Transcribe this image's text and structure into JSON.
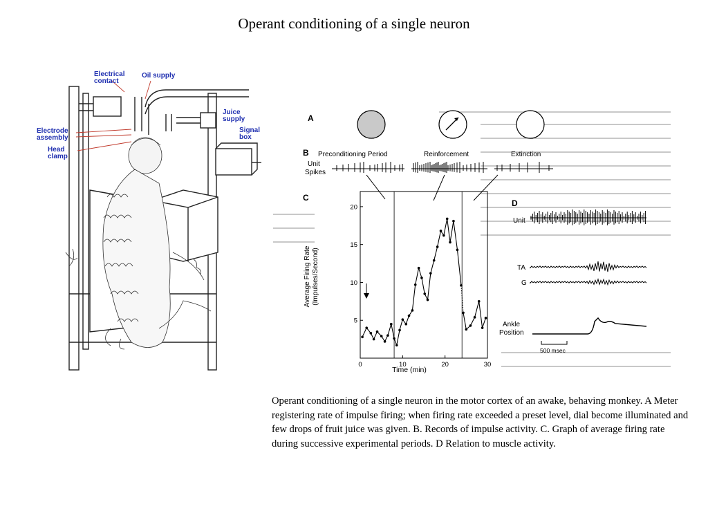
{
  "title": "Operant conditioning of a single neuron",
  "apparatus": {
    "labels": {
      "electrical_contact": "Electrical contact",
      "oil_supply": "Oil supply",
      "juice_supply": "Juice supply",
      "signal_box": "Signal box",
      "electrode_assembly": "Electrode assembly",
      "head_clamp": "Head clamp"
    }
  },
  "figure": {
    "panel_a": {
      "letter": "A"
    },
    "panel_b": {
      "letter": "B",
      "row_label_1": "Unit",
      "row_label_2": "Spikes",
      "periods": [
        "Preconditioning Period",
        "Reinforcement",
        "Extinction"
      ]
    },
    "panel_d": {
      "letter": "D",
      "unit_label": "Unit",
      "ta_label": "TA",
      "g_label": "G",
      "ankle_label_1": "Ankle",
      "ankle_label_2": "Position",
      "scale_label": "500 msec"
    }
  },
  "chart_data": {
    "type": "line",
    "panel": "C",
    "xlabel": "Time (min)",
    "ylabel": "Average Firing Rate (Impulses/Second)",
    "ylabel_line1": "Average Firing Rate",
    "ylabel_line2": "(Impulses/Second)",
    "xlim": [
      0,
      30
    ],
    "ylim": [
      0,
      22
    ],
    "xticks": [
      0,
      10,
      20,
      30
    ],
    "yticks": [
      5,
      10,
      15,
      20
    ],
    "period_dividers": [
      8,
      24
    ],
    "series": [
      {
        "style": "solid",
        "points": [
          [
            0.5,
            2.8
          ],
          [
            1.5,
            4
          ],
          [
            2.5,
            3.3
          ],
          [
            3.2,
            2.5
          ],
          [
            4,
            3.5
          ],
          [
            5,
            2.9
          ],
          [
            5.8,
            2.2
          ],
          [
            6.5,
            3
          ],
          [
            7.3,
            4.5
          ],
          [
            8,
            2.6
          ],
          [
            8.6,
            1.7
          ],
          [
            9.3,
            3.7
          ],
          [
            10,
            5.1
          ],
          [
            10.8,
            4.5
          ],
          [
            11.5,
            5.6
          ],
          [
            12.3,
            6.3
          ],
          [
            13,
            9.7
          ],
          [
            13.8,
            11.9
          ],
          [
            14.5,
            10.6
          ],
          [
            15.2,
            8.5
          ],
          [
            15.9,
            7.7
          ],
          [
            16.6,
            11.2
          ],
          [
            17.4,
            12.9
          ],
          [
            18.2,
            14.7
          ],
          [
            19,
            16.8
          ],
          [
            19.7,
            16.2
          ],
          [
            20.5,
            18.4
          ],
          [
            21.2,
            15.3
          ],
          [
            22,
            18.1
          ],
          [
            22.9,
            14.3
          ],
          [
            23.8,
            9.6
          ]
        ]
      },
      {
        "style": "dotted",
        "points": [
          [
            23.8,
            9.6
          ],
          [
            24.3,
            6
          ]
        ]
      },
      {
        "style": "solid",
        "points": [
          [
            24.3,
            6
          ],
          [
            25,
            3.8
          ],
          [
            26,
            4.3
          ],
          [
            27,
            5.4
          ],
          [
            28,
            7.5
          ],
          [
            28.8,
            4
          ],
          [
            29.6,
            5.3
          ]
        ]
      }
    ]
  },
  "caption": "Operant conditioning of a single neuron in the motor cortex of an awake, behaving monkey. A Meter registering rate of impulse firing; when firing rate exceeded a preset level, dial become illuminated and few drops of fruit juice was given. B. Records of impulse activity. C. Graph of average firing rate during successive experimental periods. D Relation to muscle activity."
}
